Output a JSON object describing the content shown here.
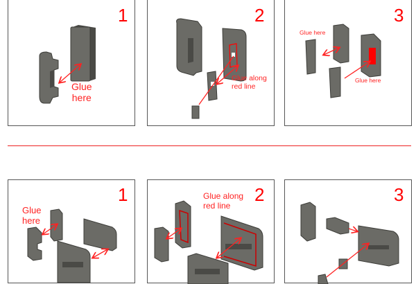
{
  "top_row": {
    "panels": [
      {
        "step": "1",
        "label": "Glue\nhere"
      },
      {
        "step": "2",
        "label": "Glue along\nred line"
      },
      {
        "step": "3",
        "labels": [
          "Glue here",
          "Glue here"
        ]
      }
    ]
  },
  "bottom_row": {
    "panels": [
      {
        "step": "1",
        "label": "Glue\nhere"
      },
      {
        "step": "2",
        "label": "Glue along\nred line"
      },
      {
        "step": "3"
      }
    ]
  },
  "colors": {
    "accent": "#ff0000",
    "part": "#6b6b66",
    "border": "#555555"
  }
}
